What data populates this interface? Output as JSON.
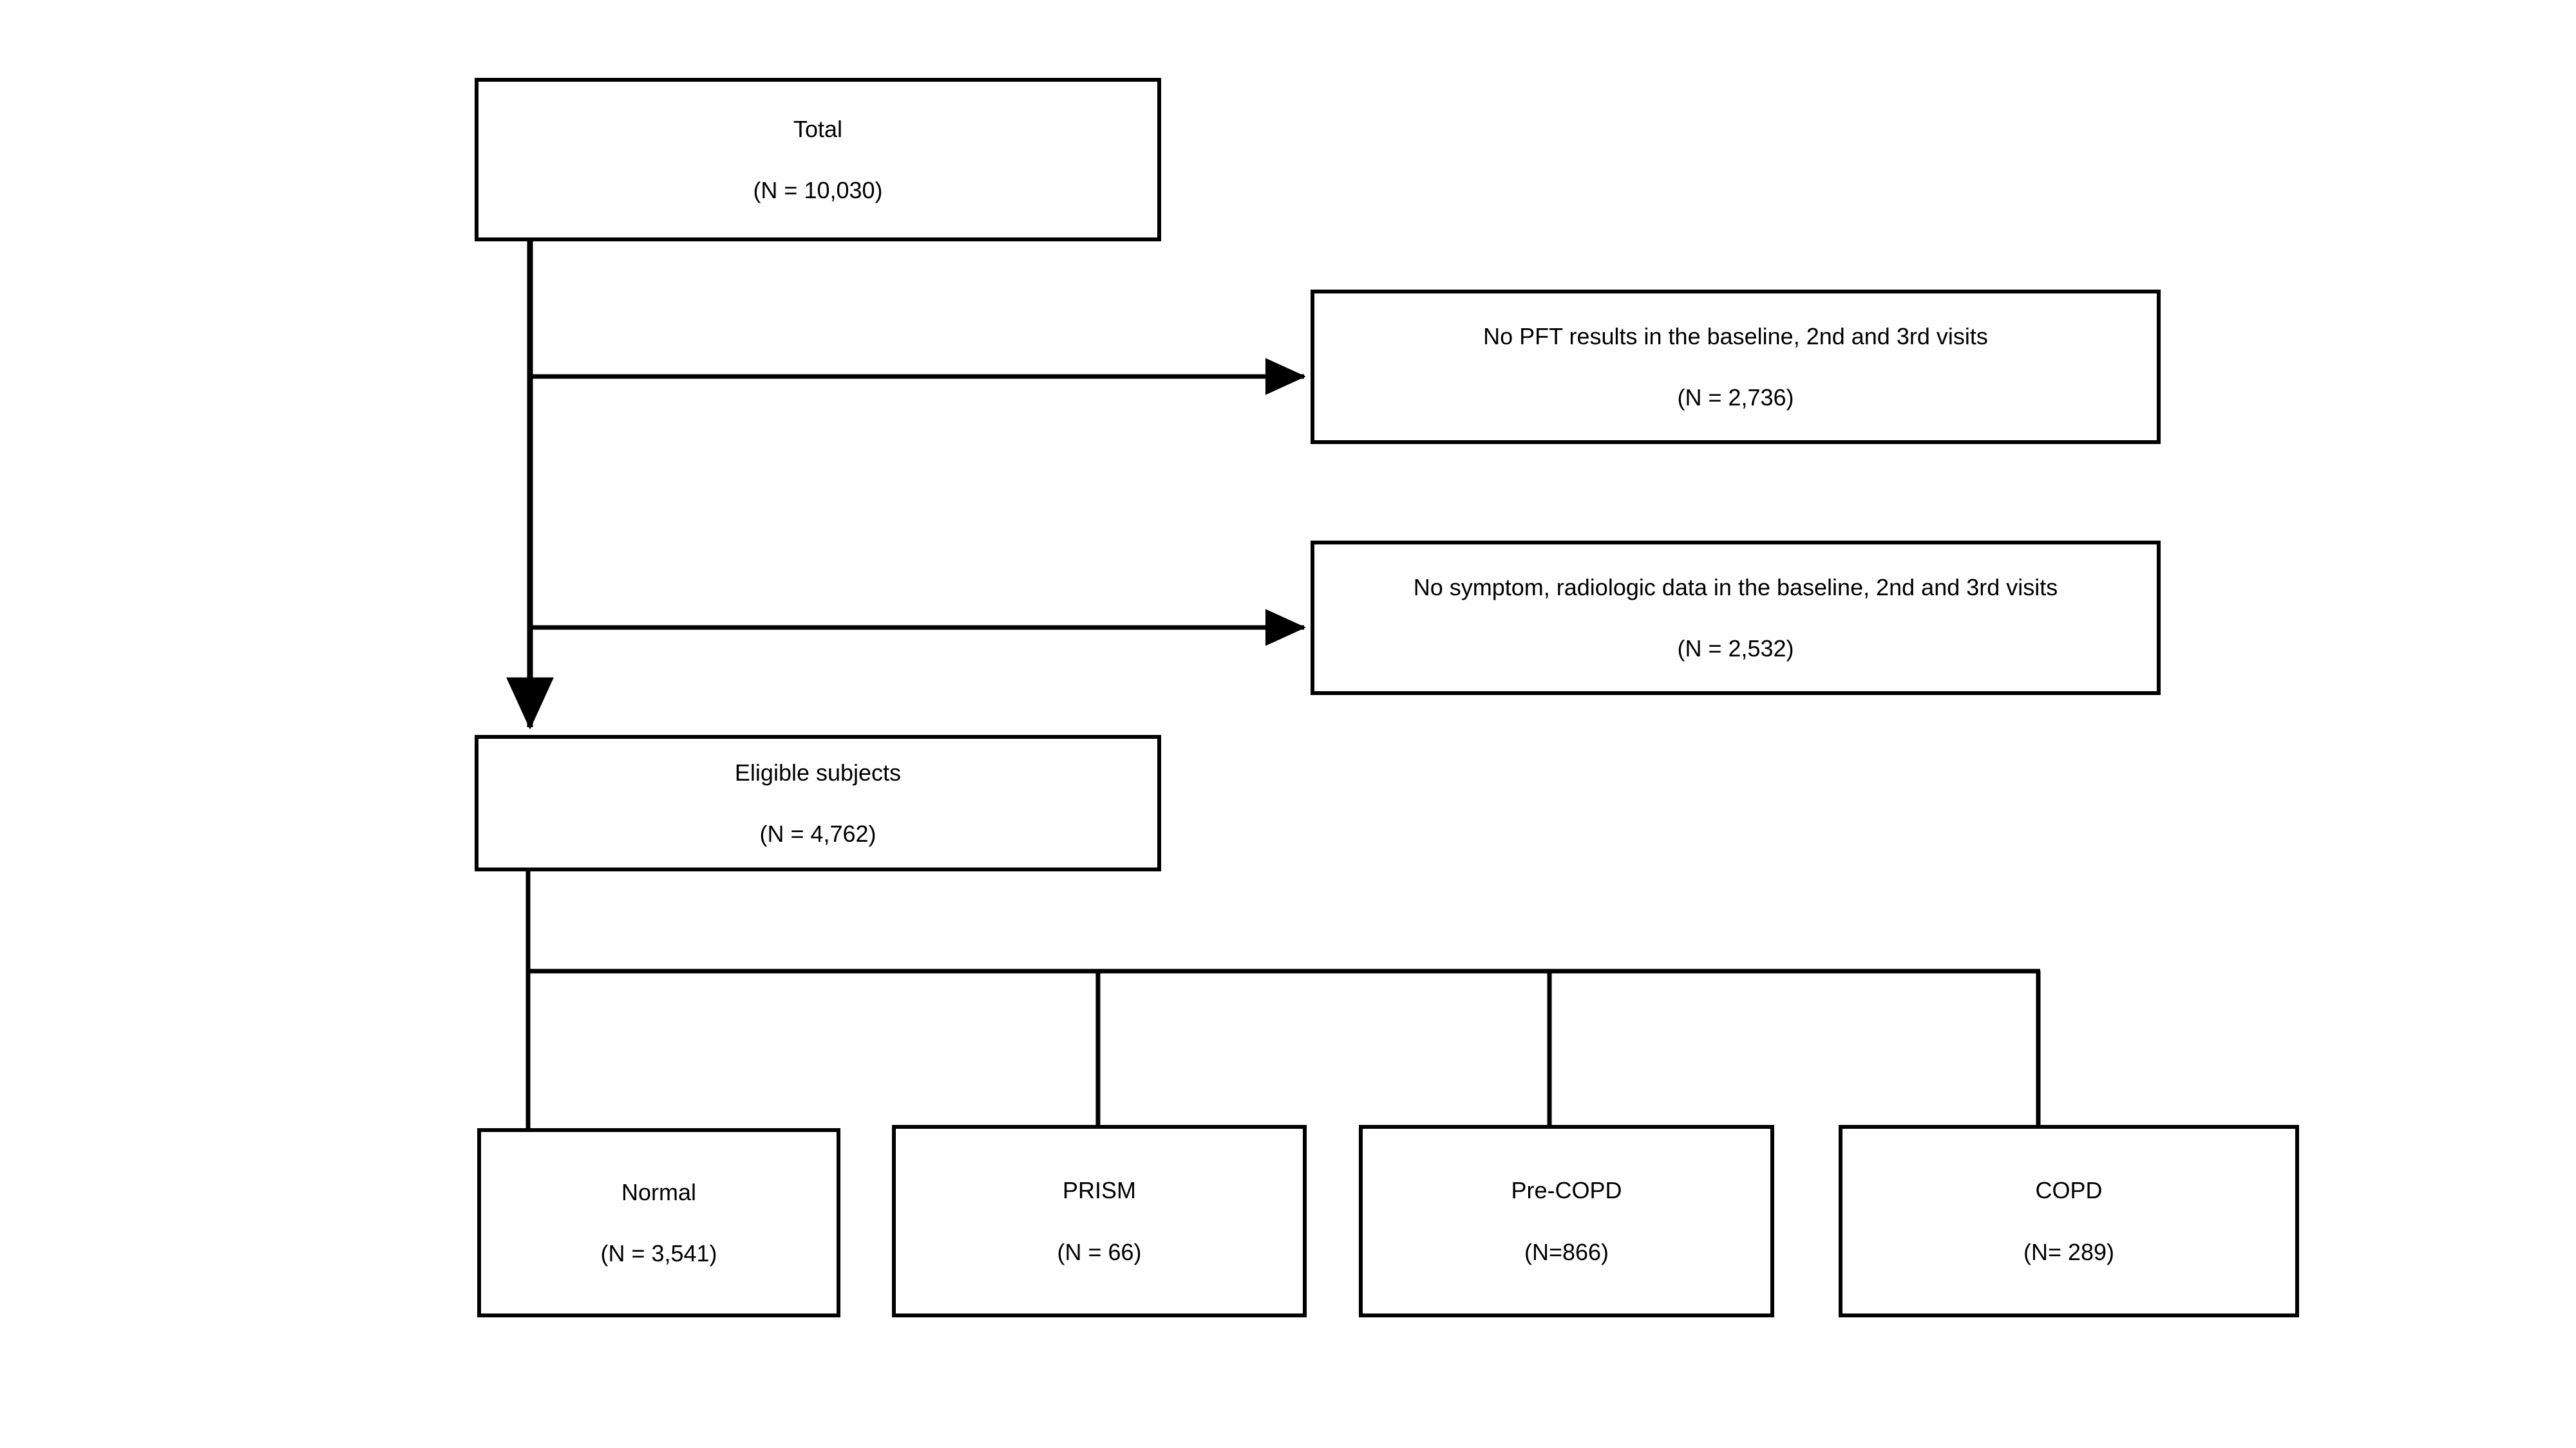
{
  "diagram": {
    "type": "study-flow-chart",
    "stroke_color": "#000000",
    "background_color": "#ffffff",
    "nodes": {
      "total": {
        "title": "Total",
        "count": "(N = 10,030)"
      },
      "exclusion_pft": {
        "title": "No PFT results in the baseline, 2nd and 3rd visits",
        "count": "(N = 2,736)"
      },
      "exclusion_symptom": {
        "title": "No symptom, radiologic data in the baseline, 2nd and 3rd visits",
        "count": "(N = 2,532)"
      },
      "eligible": {
        "title": "Eligible subjects",
        "count": "(N = 4,762)"
      },
      "normal": {
        "title": "Normal",
        "count": "(N = 3,541)"
      },
      "prism": {
        "title": "PRISM",
        "count": "(N = 66)"
      },
      "precopd": {
        "title": "Pre-COPD",
        "count": "(N=866)"
      },
      "copd": {
        "title": "COPD",
        "count": "(N= 289)"
      }
    }
  },
  "chart_data": {
    "type": "flowchart",
    "title": "",
    "levels": [
      {
        "level": 0,
        "nodes": [
          {
            "id": "total",
            "label": "Total",
            "n": 10030,
            "n_text": "(N = 10,030)"
          }
        ]
      },
      {
        "level": 1,
        "kind": "exclusion",
        "nodes": [
          {
            "id": "exclusion_pft",
            "label": "No PFT results in the baseline, 2nd and 3rd visits",
            "n": 2736,
            "n_text": "(N = 2,736)"
          },
          {
            "id": "exclusion_symptom",
            "label": "No symptom, radiologic data in the baseline, 2nd and 3rd visits",
            "n": 2532,
            "n_text": "(N = 2,532)"
          }
        ]
      },
      {
        "level": 2,
        "nodes": [
          {
            "id": "eligible",
            "label": "Eligible subjects",
            "n": 4762,
            "n_text": "(N = 4,762)"
          }
        ]
      },
      {
        "level": 3,
        "kind": "subgroups",
        "nodes": [
          {
            "id": "normal",
            "label": "Normal",
            "n": 3541,
            "n_text": "(N = 3,541)"
          },
          {
            "id": "prism",
            "label": "PRISM",
            "n": 66,
            "n_text": "(N = 66)"
          },
          {
            "id": "precopd",
            "label": "Pre-COPD",
            "n": 866,
            "n_text": "(N=866)"
          },
          {
            "id": "copd",
            "label": "COPD",
            "n": 289,
            "n_text": "(N= 289)"
          }
        ]
      }
    ],
    "edges": [
      {
        "from": "total",
        "to": "exclusion_pft",
        "arrow": true
      },
      {
        "from": "total",
        "to": "exclusion_symptom",
        "arrow": true
      },
      {
        "from": "total",
        "to": "eligible",
        "arrow": true
      },
      {
        "from": "eligible",
        "to": "normal",
        "arrow": false
      },
      {
        "from": "eligible",
        "to": "prism",
        "arrow": false
      },
      {
        "from": "eligible",
        "to": "precopd",
        "arrow": false
      },
      {
        "from": "eligible",
        "to": "copd",
        "arrow": false
      }
    ]
  }
}
